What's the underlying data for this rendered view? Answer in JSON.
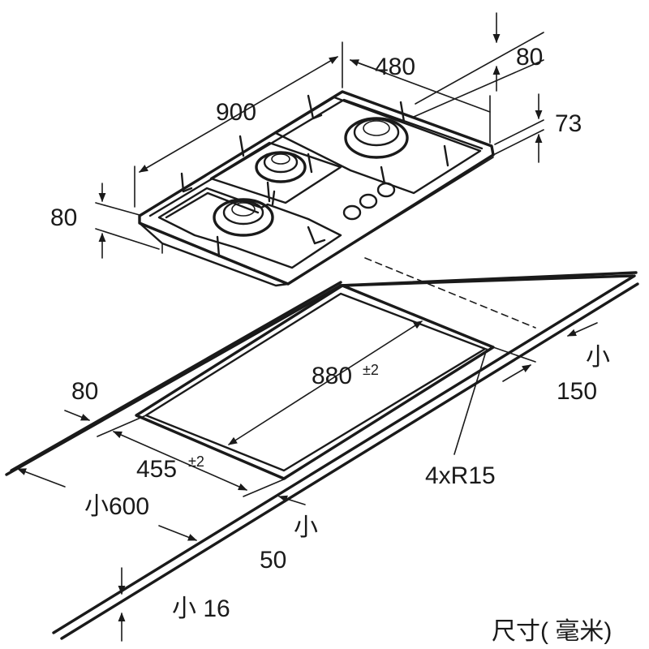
{
  "labels": {
    "top_480": "480",
    "top_80": "80",
    "top_900": "900",
    "right_73": "73",
    "left_80": "80",
    "cut_880": "880",
    "cut_880_tol": "±2",
    "cut_455": "455",
    "cut_455_tol": "±2",
    "left_80b": "80",
    "min_600": "小600",
    "min_150_a": "小",
    "min_150_b": "150",
    "radius": "4xR15",
    "min_50_a": "小",
    "min_50_b": "50",
    "min_16": "小 16",
    "units": "尺寸( 毫米)"
  }
}
